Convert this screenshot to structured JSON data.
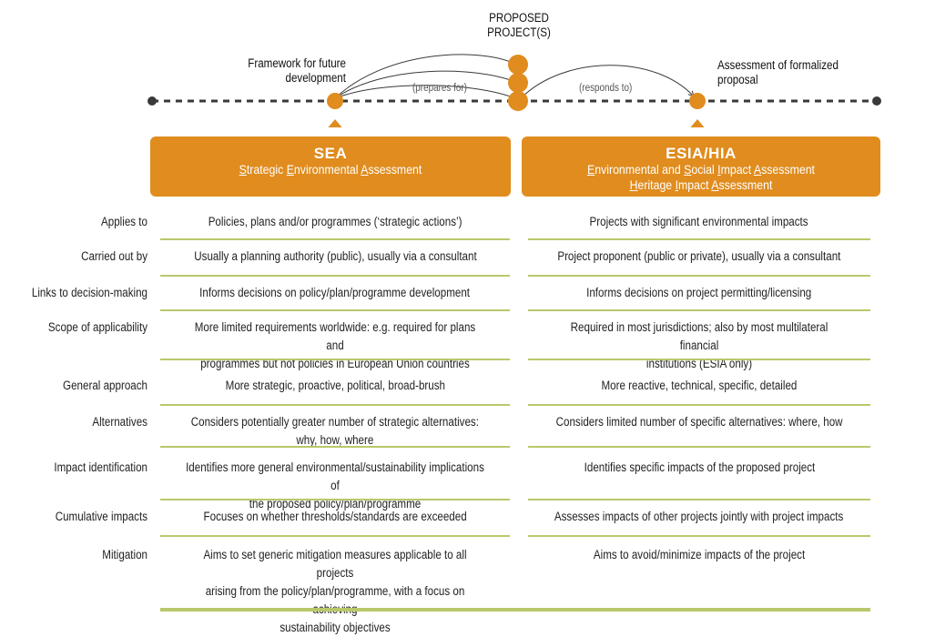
{
  "timeline": {
    "proposed_label": "PROPOSED\nPROJECT(S)",
    "framework_label": "Framework for future\ndevelopment",
    "assessment_label": "Assessment of formalized\nproposal",
    "prepares_label": "(prepares for)",
    "responds_label": "(responds to)",
    "accent_color": "#e08c1e",
    "line_color": "#3a3a3a"
  },
  "sea": {
    "title": "SEA",
    "subtitle_parts": [
      [
        "S",
        "trategic "
      ],
      [
        "E",
        "nvironmental "
      ],
      [
        "A",
        "ssessment"
      ]
    ]
  },
  "esia": {
    "title": "ESIA/HIA",
    "line1_parts": [
      [
        "E",
        "nvironmental and "
      ],
      [
        "S",
        "ocial "
      ],
      [
        "I",
        "mpact "
      ],
      [
        "A",
        "ssessment"
      ]
    ],
    "line2_parts": [
      [
        "H",
        "eritage "
      ],
      [
        "I",
        "mpact "
      ],
      [
        "A",
        "ssessment"
      ]
    ]
  },
  "rows": [
    {
      "label": "Applies to",
      "sea": "Policies, plans and/or programmes (‘strategic actions’)",
      "esia": "Projects with significant environmental impacts"
    },
    {
      "label": "Carried out by",
      "sea": "Usually a planning authority (public), usually via a consultant",
      "esia": "Project proponent (public or private), usually via a consultant"
    },
    {
      "label": "Links to decision-making",
      "sea": "Informs decisions on policy/plan/programme development",
      "esia": "Informs decisions on project permitting/licensing"
    },
    {
      "label": "Scope of applicability",
      "sea": "More limited requirements worldwide: e.g. required for plans and\nprogrammes but not policies in European Union countries",
      "esia": "Required in most jurisdictions; also by most multilateral financial\ninstitutions (ESIA only)"
    },
    {
      "label": "General approach",
      "sea": "More strategic, proactive, political, broad-brush",
      "esia": "More reactive, technical, specific, detailed"
    },
    {
      "label": "Alternatives",
      "sea": "Considers potentially greater number of strategic alternatives:\nwhy, how, where",
      "esia": "Considers limited number of specific alternatives: where, how"
    },
    {
      "label": "Impact identification",
      "sea": "Identifies more general environmental/sustainability implications of\nthe proposed policy/plan/programme",
      "esia": "Identifies specific impacts of the proposed project"
    },
    {
      "label": "Cumulative impacts",
      "sea": "Focuses on whether thresholds/standards are exceeded",
      "esia": "Assesses impacts of other projects jointly with project impacts"
    },
    {
      "label": "Mitigation",
      "sea": "Aims to set generic mitigation measures applicable to all projects\narising from the policy/plan/programme, with a focus on achieving\nsustainability objectives",
      "esia": "Aims to avoid/minimize impacts of the project"
    }
  ],
  "colors": {
    "accent": "#e08c1e",
    "separator": "#b7c96a"
  }
}
